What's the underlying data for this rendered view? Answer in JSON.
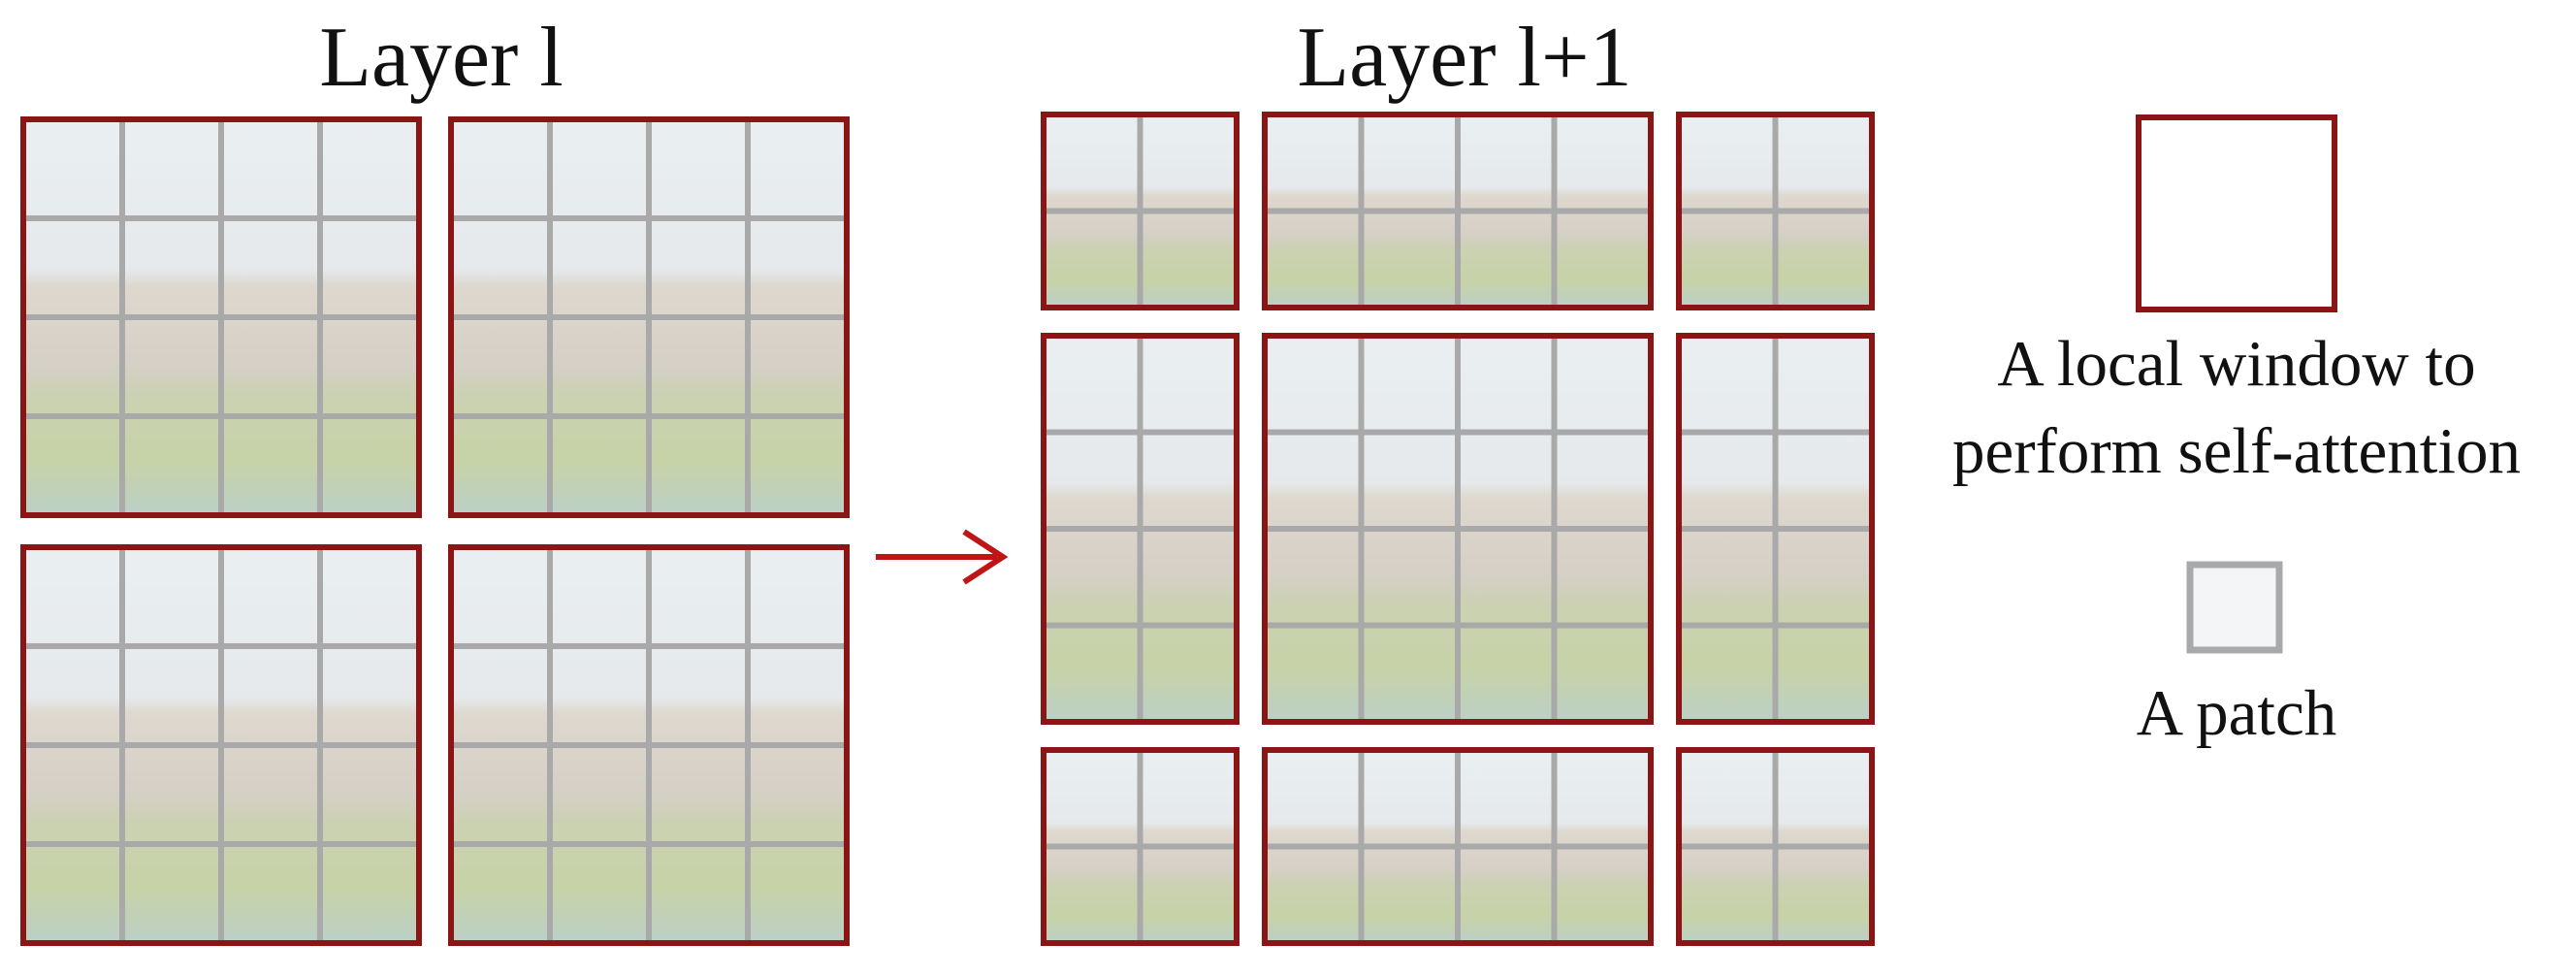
{
  "titles": {
    "left": "Layer l",
    "right": "Layer l+1"
  },
  "legend": {
    "window_label_line1": "A local window to",
    "window_label_line2": "perform self-attention",
    "patch_label": "A patch"
  },
  "grid": {
    "patches_per_side": 8,
    "windows_per_side_layer_l": 2,
    "window_size_in_patches": 4,
    "shift_in_patches": 2
  },
  "colors": {
    "window_border": "#8b1414",
    "patch_line": "#a9a9a9",
    "arrow": "#c01515",
    "sky": "#e6ecef",
    "castle": "#d9d2c7",
    "foliage": "#b9c79a",
    "water": "#a9c6c3"
  }
}
